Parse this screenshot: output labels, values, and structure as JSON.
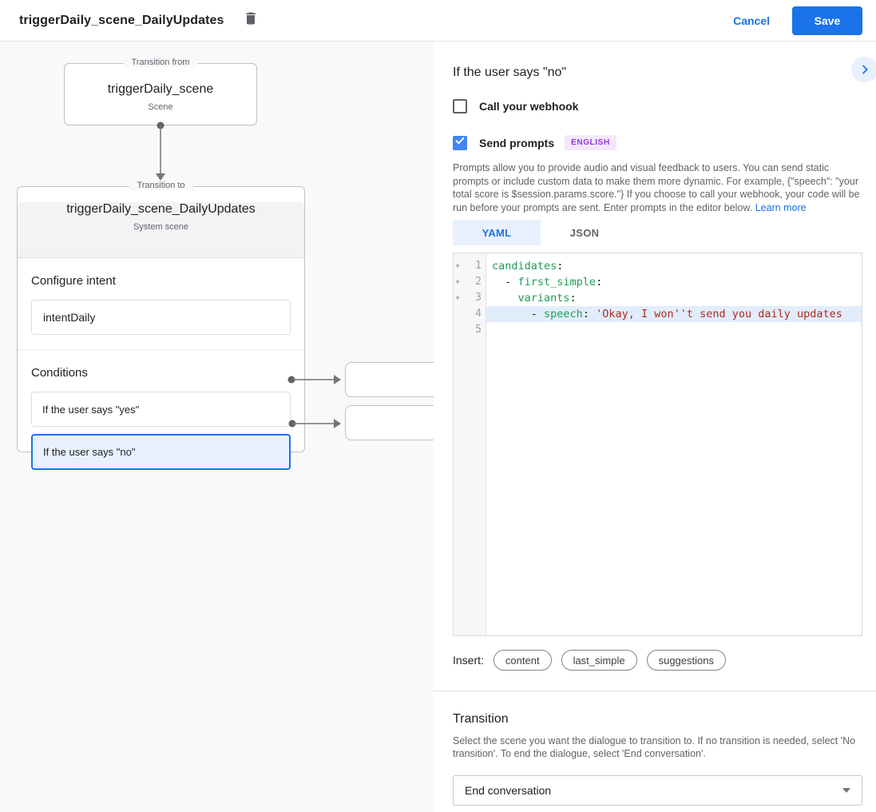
{
  "header": {
    "title": "triggerDaily_scene_DailyUpdates",
    "cancel_label": "Cancel",
    "save_label": "Save"
  },
  "diagram": {
    "from_node": {
      "legend": "Transition from",
      "title": "triggerDaily_scene",
      "subtitle": "Scene"
    },
    "to_node": {
      "legend": "Transition to",
      "title": "triggerDaily_scene_DailyUpdates",
      "subtitle": "System scene",
      "intent_section_label": "Configure intent",
      "intent_value": "intentDaily",
      "conditions_label": "Conditions",
      "conditions": [
        {
          "label": "If the user says \"yes\"",
          "selected": false
        },
        {
          "label": "If the user says \"no\"",
          "selected": true
        }
      ]
    }
  },
  "panel": {
    "title": "If the user says \"no\"",
    "webhook_label": "Call your webhook",
    "webhook_checked": false,
    "send_prompts_label": "Send prompts",
    "send_prompts_checked": true,
    "language_badge": "ENGLISH",
    "description": "Prompts allow you to provide audio and visual feedback to users. You can send static prompts or include custom data to make them more dynamic. For example, {\"speech\": \"your total score is $session.params.score.\"} If you choose to call your webhook, your code will be run before your prompts are sent. Enter prompts in the editor below.",
    "learn_more_label": "Learn more",
    "tabs": [
      {
        "label": "YAML",
        "selected": true
      },
      {
        "label": "JSON",
        "selected": false
      }
    ],
    "editor": {
      "lines": [
        {
          "num": 1,
          "fold": true,
          "highlighted": false,
          "segments": [
            {
              "t": "candidates",
              "c": "key"
            },
            {
              "t": ":",
              "c": "plain"
            }
          ]
        },
        {
          "num": 2,
          "fold": true,
          "highlighted": false,
          "segments": [
            {
              "t": "  - ",
              "c": "plain"
            },
            {
              "t": "first_simple",
              "c": "key"
            },
            {
              "t": ":",
              "c": "plain"
            }
          ]
        },
        {
          "num": 3,
          "fold": true,
          "highlighted": false,
          "segments": [
            {
              "t": "    ",
              "c": "plain"
            },
            {
              "t": "variants",
              "c": "key"
            },
            {
              "t": ":",
              "c": "plain"
            }
          ]
        },
        {
          "num": 4,
          "fold": false,
          "highlighted": true,
          "segments": [
            {
              "t": "      - ",
              "c": "plain"
            },
            {
              "t": "speech",
              "c": "key"
            },
            {
              "t": ": ",
              "c": "plain"
            },
            {
              "t": "'Okay, I won''t send you daily updates",
              "c": "string"
            }
          ]
        },
        {
          "num": 5,
          "fold": false,
          "highlighted": false,
          "segments": []
        }
      ]
    },
    "insert_label": "Insert:",
    "insert_chips": [
      "content",
      "last_simple",
      "suggestions"
    ],
    "transition": {
      "heading": "Transition",
      "description": "Select the scene you want the dialogue to transition to. If no transition is needed, select 'No transition'. To end the dialogue, select 'End conversation'.",
      "selected_value": "End conversation"
    }
  },
  "colors": {
    "accent_blue": "#1a73e8",
    "checkbox_blue": "#4285f4",
    "badge_purple": "#9334e6",
    "code_key_green": "#1f9d53",
    "code_string_red": "#b02b20",
    "selected_condition_bg": "#e8f0fe"
  }
}
